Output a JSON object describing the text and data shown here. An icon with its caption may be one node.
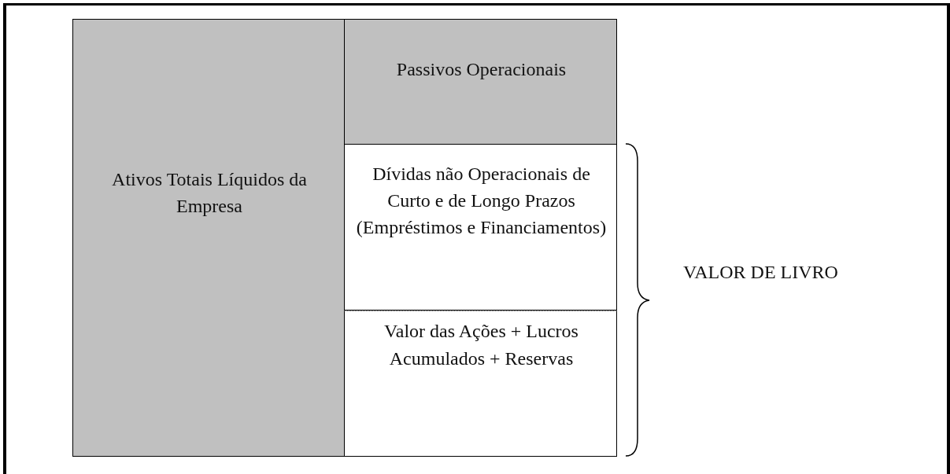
{
  "diagram": {
    "nodes": [
      {
        "text": [
          "Ativos Totais Líquidos da Empresa"
        ]
      },
      {
        "text": [
          "Passivos Operacionais"
        ]
      },
      {
        "text": [
          "Dívidas não Operacionais de Curto e de Longo Prazos (Empréstimos e Financiamentos)"
        ]
      },
      {
        "text": [
          "Valor das Ações + Lucros Acumulados + Reservas"
        ]
      }
    ],
    "edges": [],
    "labels": [
      "VALOR DE LIVRO"
    ]
  }
}
